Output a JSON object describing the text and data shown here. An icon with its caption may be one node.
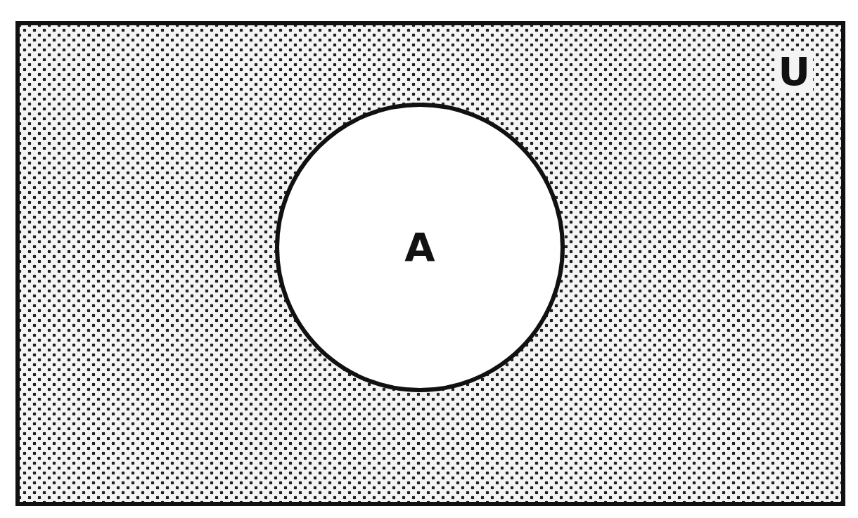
{
  "diagram": {
    "nodes": [
      {
        "text": [
          "U"
        ]
      },
      {
        "text": [
          "A"
        ],
        "in": 0
      }
    ]
  }
}
